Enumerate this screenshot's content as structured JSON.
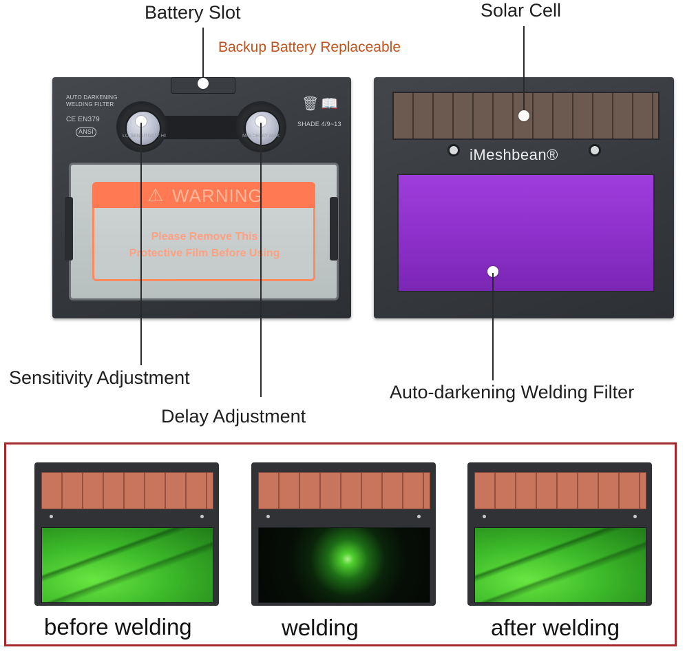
{
  "callouts": {
    "battery_slot": "Battery Slot",
    "backup_battery": "Backup Battery Replaceable",
    "solar_cell": "Solar Cell",
    "sensitivity": "Sensitivity Adjustment",
    "delay": "Delay Adjustment",
    "auto_darkening": "Auto-darkening Welding Filter"
  },
  "left_filter": {
    "label_line1": "AUTO DARKENING",
    "label_line2": "WELDING FILTER",
    "cert_ce": "CE EN379",
    "cert_ansi": "ANSI",
    "shade": "SHADE 4/9~13",
    "knob_left_text": "LO SENSITIVITY HI",
    "knob_right_text": "MIN DELAY MAX",
    "warning_title": "WARNING",
    "warning_body_line1": "Please Remove This",
    "warning_body_line2": "Protective Film Before Using"
  },
  "right_filter": {
    "brand": "iMeshbean®"
  },
  "states": [
    {
      "caption": "before welding"
    },
    {
      "caption": "welding"
    },
    {
      "caption": "after welding"
    }
  ],
  "colors": {
    "frame_border": "#a6282a",
    "note_text": "#c0531e",
    "filter_purple": "#8b2ec8",
    "solar_copper": "#c9755d"
  }
}
